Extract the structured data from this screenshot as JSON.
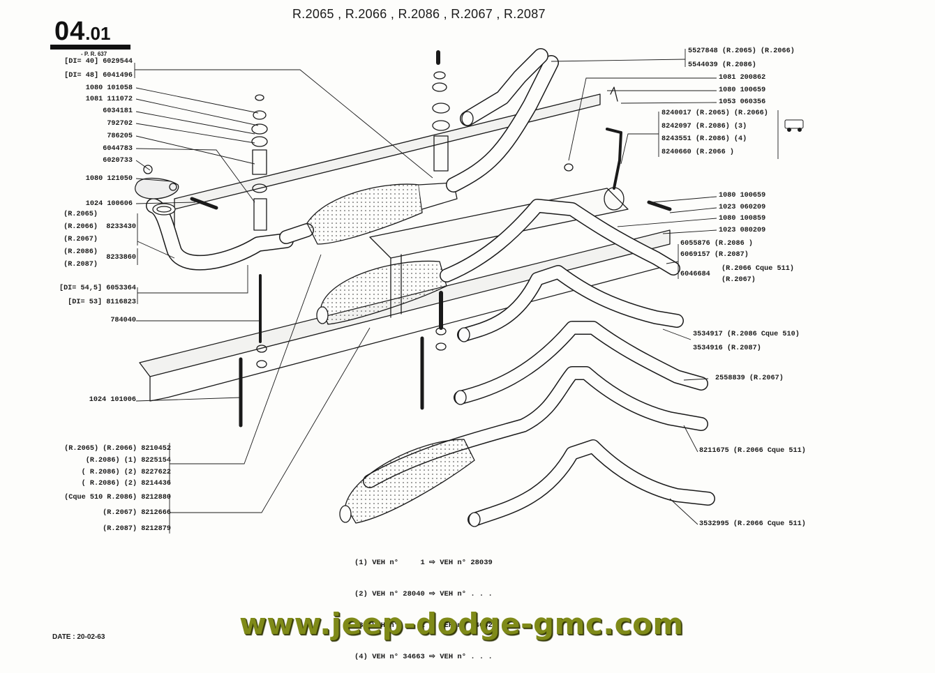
{
  "header": {
    "sheet_number_major": "04",
    "sheet_number_minor": ".01",
    "pr_reference": "- P. R. 637",
    "models": "R.2065 , R.2066 , R.2086 , R.2067 , R.2087"
  },
  "left_labels": [
    "[DI= 40] 6029544",
    "[DI= 48] 6041496",
    "1080 101058",
    "1081 111072",
    "6034181",
    "792702",
    "786205",
    "6044783",
    "6020733",
    "1080 121050",
    "1024 100606",
    "(R.2065)",
    "(R.2066)",
    "8233430",
    "(R.2067)",
    "(R.2086)",
    "8233860",
    "(R.2087)",
    "[DI= 54,5] 6053364",
    "[DI= 53] 8116823",
    "784040",
    "1024 101006",
    "(R.2065) (R.2066) 8210452",
    "(R.2086) (1) 8225154",
    "( R.2086) (2) 8227622",
    "( R.2086) (2) 8214436",
    "(Cque 510 R.2086) 8212880",
    "(R.2067) 8212666",
    "(R.2087) 8212879"
  ],
  "right_labels": [
    "5527848 (R.2065) (R.2066)",
    "5544039 (R.2086)",
    "1081 200862",
    "1080 100659",
    "1053 060356",
    "8240017 (R.2065) (R.2066)",
    "8242097 (R.2086) (3)",
    "8243551  (R.2086) (4)",
    "8240660 (R.2066 )",
    "1080 100659",
    "1023 060209",
    "1080 100859",
    "1023 080209",
    "6055876 (R.2086  )",
    "6069157 (R.2087)",
    "6046684",
    "(R.2066 Cque 511)",
    "(R.2067)",
    "3534917 (R.2086 Cque 510)",
    "3534916 (R.2087)",
    "2558839 (R.2067)",
    "8211675 (R.2066 Cque 511)",
    "3532995 (R.2066 Cque 511)"
  ],
  "legend": [
    "(1) VEH n°     1 ⇨ VEH n° 28039",
    "(2) VEH n° 28040 ⇨ VEH n° . . .",
    "(3) VEH n°     1 ⇨ VEH n° 34662",
    "(4) VEH n° 34663 ⇨ VEH n° . . ."
  ],
  "footer": {
    "date": "DATE : 20-02-63",
    "website": "www.jeep-dodge-gmc.com"
  },
  "icons": [
    "van-icon",
    "tow-truck-icon"
  ],
  "colors": {
    "ink": "#1a1a1a",
    "watermark": "#7f8a18"
  }
}
